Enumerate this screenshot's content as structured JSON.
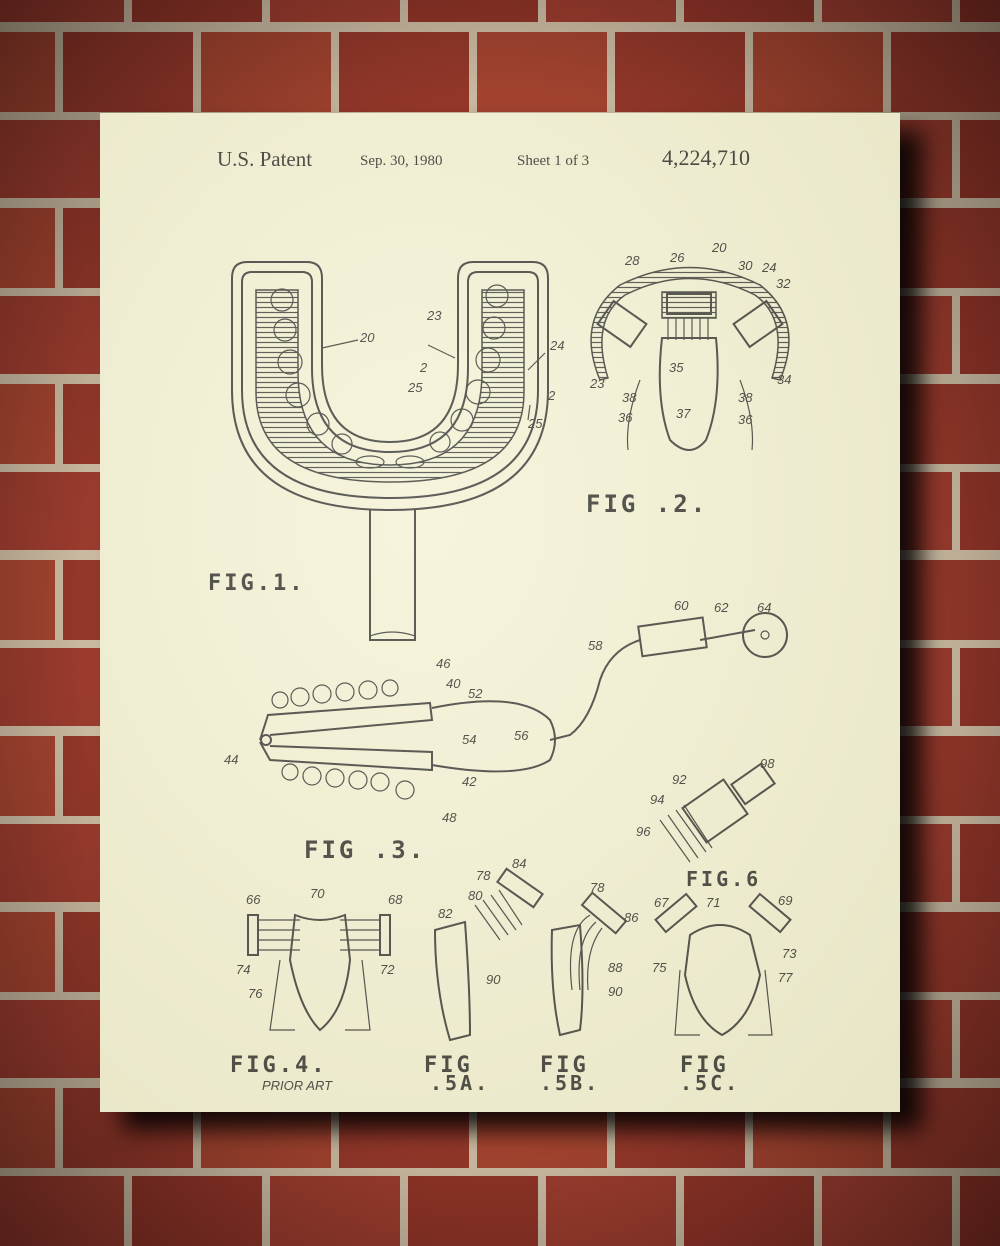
{
  "header": {
    "title": "U.S. Patent",
    "date": "Sep. 30, 1980",
    "sheet": "Sheet 1 of 3",
    "patent_number": "4,224,710"
  },
  "figures": {
    "fig1": "FIG.1.",
    "fig2": "FIG .2.",
    "fig3": "FIG .3.",
    "fig4": "FIG.4.",
    "fig4_note": "PRIOR ART",
    "fig5a_top": "FIG",
    "fig5a_bottom": ".5A.",
    "fig5b_top": "FIG",
    "fig5b_bottom": ".5B.",
    "fig5c_top": "FIG",
    "fig5c_bottom": ".5C.",
    "fig6": "FIG.6"
  },
  "labels": {
    "fig1": [
      "20",
      "23",
      "2",
      "25",
      "24",
      "2",
      "25"
    ],
    "fig2": [
      "28",
      "26",
      "20",
      "30",
      "24",
      "32",
      "35",
      "23",
      "38",
      "38",
      "34",
      "36",
      "37",
      "36"
    ],
    "fig3": [
      "46",
      "40",
      "52",
      "44",
      "54",
      "56",
      "42",
      "48",
      "58",
      "60",
      "62",
      "64"
    ],
    "fig4": [
      "66",
      "70",
      "68",
      "74",
      "72",
      "76"
    ],
    "fig5a": [
      "78",
      "84",
      "80",
      "82",
      "90"
    ],
    "fig5b": [
      "78",
      "86",
      "88",
      "90"
    ],
    "fig5c": [
      "67",
      "71",
      "69",
      "73",
      "75",
      "77"
    ],
    "fig6": [
      "98",
      "92",
      "94",
      "96"
    ]
  },
  "colors": {
    "paper": "#f3f1d6",
    "ink": "#222222",
    "brick": "#9a3b2e",
    "mortar": "#c9b9a0"
  }
}
